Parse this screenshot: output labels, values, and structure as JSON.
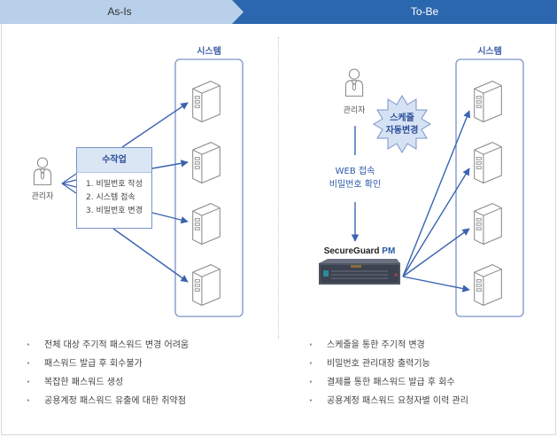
{
  "header": {
    "asis_label": "As-Is",
    "tobe_label": "To-Be",
    "colors": {
      "asis_bg": "#b8d0ea",
      "tobe_bg": "#2b67ae",
      "accent": "#3d5ea8"
    }
  },
  "asis": {
    "admin_label": "관리자",
    "system_title": "시스템",
    "server_icon_count": 4,
    "manual_box": {
      "title": "수작업",
      "steps": [
        "1. 비밀번호 작성",
        "2. 시스템 접속",
        "3. 비밀번호 변경"
      ]
    },
    "bullets": [
      "전체 대상 주기적 패스워드 변경 어려움",
      "패스워드 발급 후 회수불가",
      "복잡한 패스워드 생성",
      "공용계정 패스워드 유출에 대한 취약점"
    ]
  },
  "tobe": {
    "admin_label": "관리자",
    "system_title": "시스템",
    "server_icon_count": 4,
    "schedule_badge": {
      "line1": "스케줄",
      "line2": "자동변경"
    },
    "connection_label": {
      "line1": "WEB 접속",
      "line2": "비밀번호 확인"
    },
    "appliance": {
      "brand": "SecureGuard",
      "model": "PM"
    },
    "bullets": [
      "스케줄을 통한 주기적 변경",
      "비밀번호 관리대장 출력기능",
      "결제를 통한 패스워드 발급 후 회수",
      "공용계정 패스워드 요청자별 이력 관리"
    ]
  }
}
